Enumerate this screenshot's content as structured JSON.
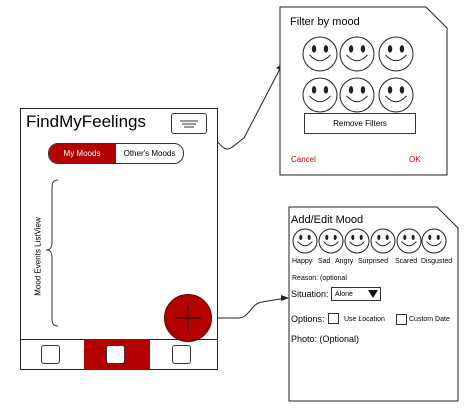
{
  "app": {
    "title": "FindMyFeelings",
    "tabs": [
      "My Moods",
      "Other's Moods"
    ],
    "list_label": "Mood Events ListView"
  },
  "filter_dialog": {
    "title": "Filter by mood",
    "remove_label": "Remove Filters",
    "cancel_label": "Cancel",
    "ok_label": "OK"
  },
  "add_dialog": {
    "title": "Add/Edit Mood",
    "moods": [
      "Happy",
      "Sad",
      "Angry",
      "Surprised",
      "Scared",
      "Disgusted"
    ],
    "reason_label": "Reason: (optional",
    "situation_label": "Situation:",
    "situation_value": "Alone",
    "options_label": "Options:",
    "use_location_label": "Use Location",
    "custom_date_label": "Custom Date",
    "photo_label": "Photo: (Optional)"
  },
  "colors": {
    "accent": "#b30000",
    "dialog_action": "#c00000"
  }
}
